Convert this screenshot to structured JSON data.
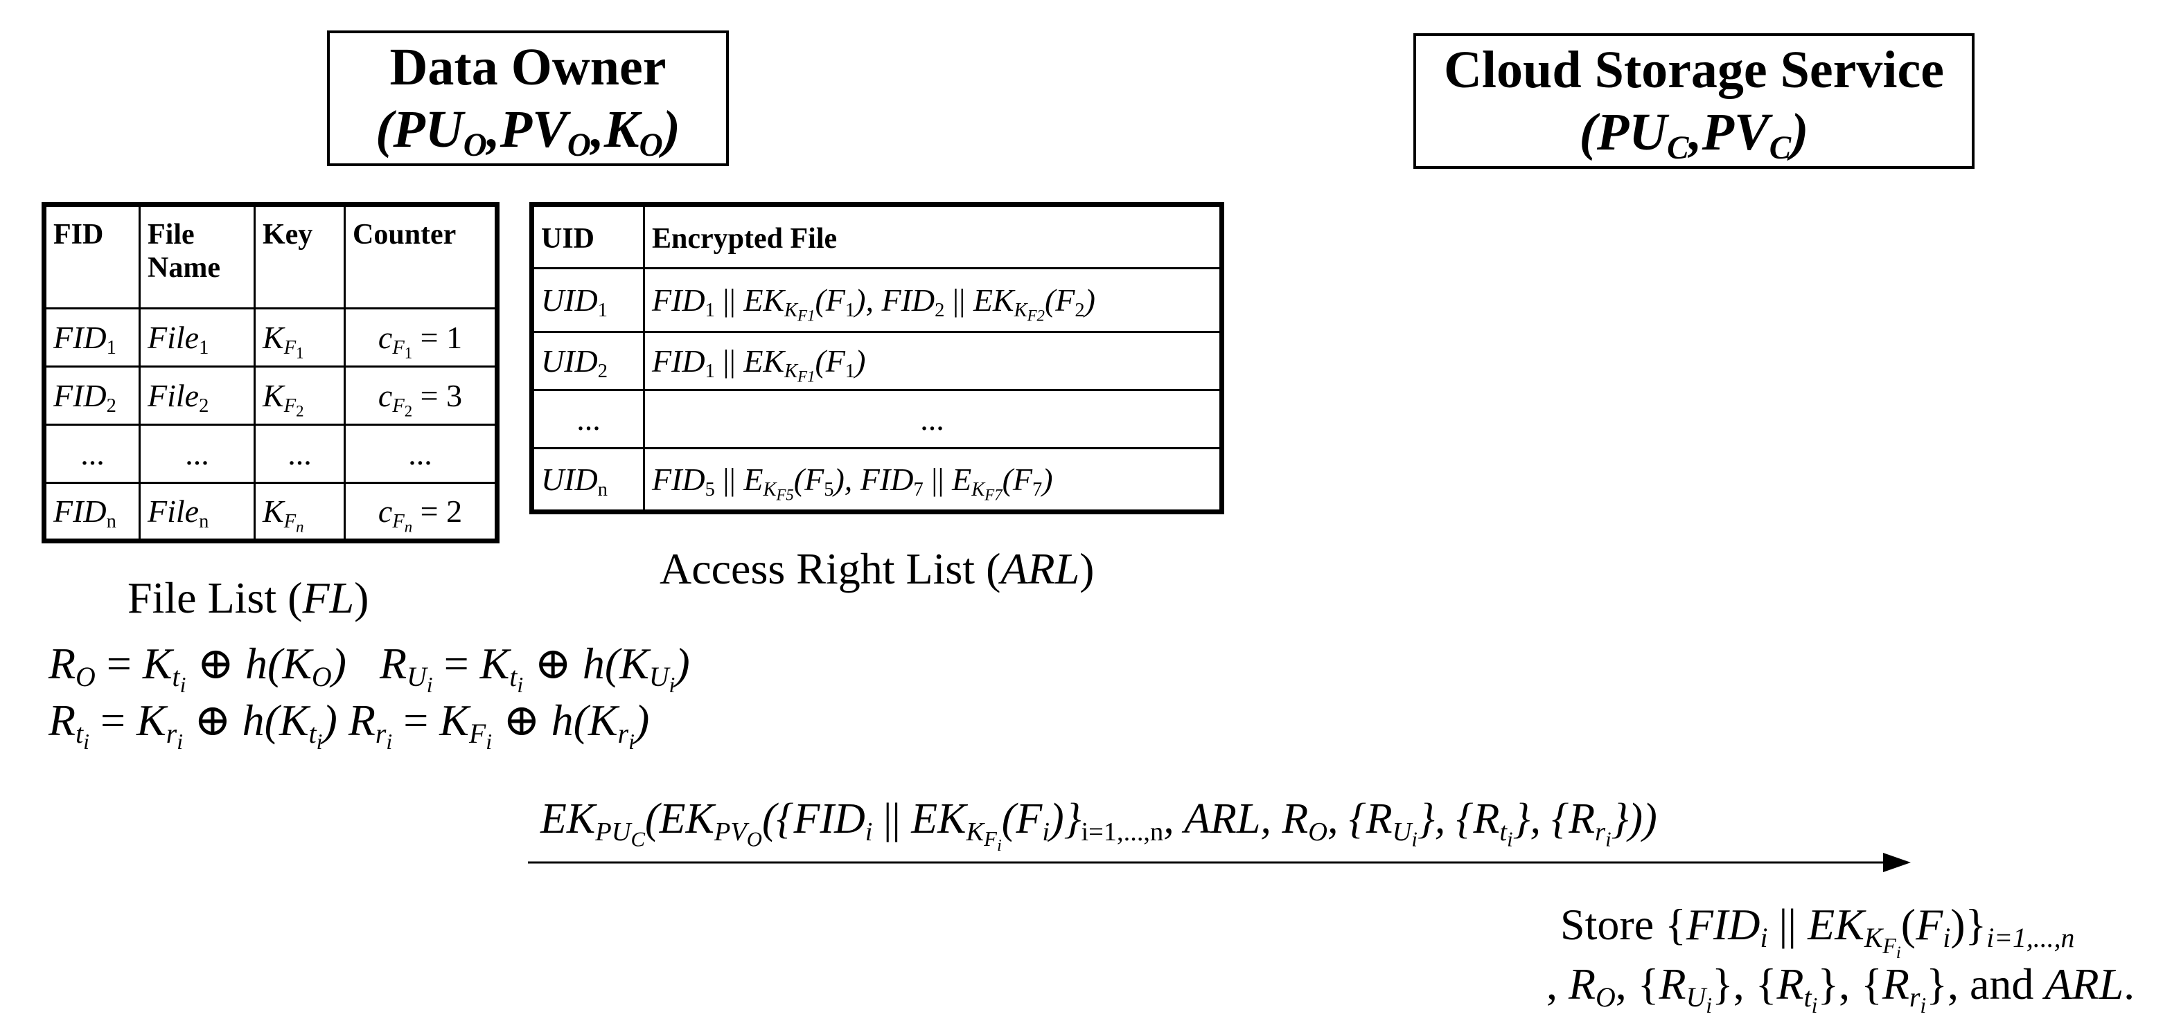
{
  "data_owner": {
    "name": "Data Owner",
    "keys": "(PUO,PVO,KO)"
  },
  "cloud": {
    "name": "Cloud Storage Service",
    "keys": "(PUC,PVC)"
  },
  "file_list": {
    "headers": [
      "FID",
      "File Name",
      "Key",
      "Counter"
    ],
    "rows": [
      [
        "FID1",
        "File1",
        "KF1",
        "cF1 = 1"
      ],
      [
        "FID2",
        "File2",
        "KF2",
        "cF2 = 3"
      ],
      [
        "...",
        "...",
        "...",
        "..."
      ],
      [
        "FIDn",
        "Filen",
        "KFn",
        "cFn = 2"
      ]
    ],
    "caption": "File List (FL)"
  },
  "access_right_list": {
    "headers": [
      "UID",
      "Encrypted File"
    ],
    "rows": [
      [
        "UID1",
        "FID1 || EKKF1(F1), FID2 || EKKF2(F2)"
      ],
      [
        "UID2",
        "FID1 || EKKF1(F1)"
      ],
      [
        "...",
        "..."
      ],
      [
        "UIDn",
        "FID5 || EKF5(F5), FID7 || EKF7(F7)"
      ]
    ],
    "caption": "Access Right List (ARL)"
  },
  "equations": {
    "line1": "RO = Kti ⊕ h(KO)   RUi = Kti ⊕ h(KUi)",
    "line2": "Rti = Kri ⊕ h(Kti)  Rri = KFi ⊕ h(Kri)"
  },
  "message": "EKPUC(EKPVO({FIDi || EKKFi(Fi)}i=1,...,n, ARL, RO, {RUi}, {Rti}, {Rri}))",
  "store": {
    "line1": "Store {FIDi || EKKFi(Fi)}i=1,...,n",
    "line2": ", RO, {RUi}, {Rti}, {Rri}, and ARL."
  }
}
